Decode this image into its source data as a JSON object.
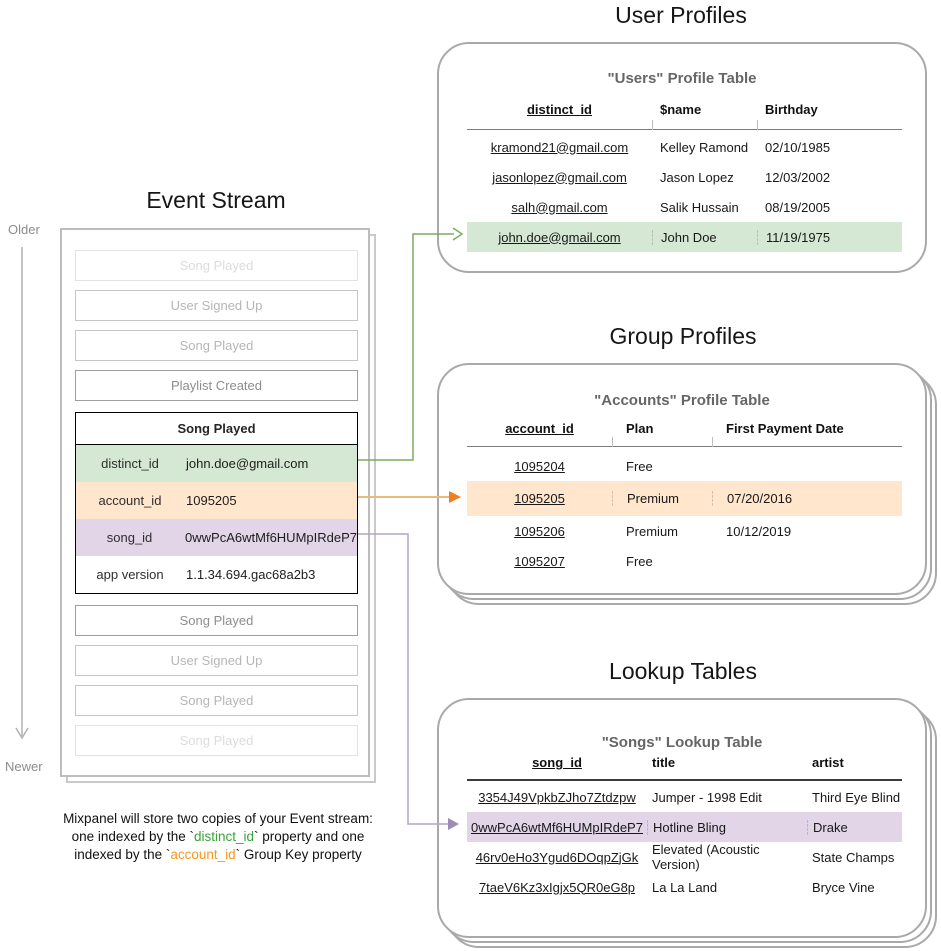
{
  "headings": {
    "event_stream": "Event Stream",
    "user_profiles": "User Profiles",
    "group_profiles": "Group Profiles",
    "lookup_tables": "Lookup Tables"
  },
  "timeline": {
    "older": "Older",
    "newer": "Newer"
  },
  "event_stream": {
    "events_before": [
      {
        "label": "Song Played",
        "fade": 1
      },
      {
        "label": "User Signed Up",
        "fade": 2
      },
      {
        "label": "Song Played",
        "fade": 2
      },
      {
        "label": "Playlist Created",
        "fade": 3
      }
    ],
    "expanded_event": {
      "title": "Song Played",
      "rows": [
        {
          "key": "distinct_id",
          "value": "john.doe@gmail.com",
          "color": "#d5e8d4",
          "links_to": "users_table"
        },
        {
          "key": "account_id",
          "value": "1095205",
          "color": "#ffe6cc",
          "links_to": "accounts_table"
        },
        {
          "key": "song_id",
          "value": "0wwPcA6wtMf6HUMpIRdeP7",
          "color": "#e1d5e7",
          "links_to": "songs_table"
        },
        {
          "key": "app version",
          "value": "1.1.34.694.gac68a2b3",
          "color": "#ffffff"
        }
      ]
    },
    "events_after": [
      {
        "label": "Song Played",
        "fade": 3
      },
      {
        "label": "User Signed Up",
        "fade": 2
      },
      {
        "label": "Song Played",
        "fade": 2
      },
      {
        "label": "Song Played",
        "fade": 1
      }
    ]
  },
  "tables": {
    "users": {
      "title": "\"Users\" Profile Table",
      "columns": [
        "distinct_id",
        "$name",
        "Birthday"
      ],
      "rows": [
        [
          "kramond21@gmail.com",
          "Kelley Ramond",
          "02/10/1985"
        ],
        [
          "jasonlopez@gmail.com",
          "Jason Lopez",
          "12/03/2002"
        ],
        [
          "salh@gmail.com",
          "Salik Hussain",
          "08/19/2005"
        ],
        [
          "john.doe@gmail.com",
          "John Doe",
          "11/19/1975"
        ]
      ],
      "highlight_index": 3,
      "highlight_color": "#d5e8d4"
    },
    "accounts": {
      "title": "\"Accounts\" Profile Table",
      "columns": [
        "account_id",
        "Plan",
        "First Payment Date"
      ],
      "rows": [
        [
          "1095204",
          "Free",
          ""
        ],
        [
          "1095205",
          "Premium",
          "07/20/2016"
        ],
        [
          "1095206",
          "Premium",
          "10/12/2019"
        ],
        [
          "1095207",
          "Free",
          ""
        ]
      ],
      "highlight_index": 1,
      "highlight_color": "#ffe6cc"
    },
    "songs": {
      "title": "\"Songs\" Lookup Table",
      "columns": [
        "song_id",
        "title",
        "artist"
      ],
      "rows": [
        [
          "3354J49VpkbZJho7Ztdzpw",
          "Jumper - 1998 Edit",
          "Third Eye Blind"
        ],
        [
          "0wwPcA6wtMf6HUMpIRdeP7",
          "Hotline Bling",
          "Drake"
        ],
        [
          "46rv0eHo3Ygud6DOqpZjGk",
          "Elevated (Acoustic Version)",
          "State Champs"
        ],
        [
          "7taeV6Kz3xIgjx5QR0eG8p",
          "La La Land",
          "Bryce Vine"
        ]
      ],
      "highlight_index": 1,
      "highlight_color": "#e1d5e7"
    }
  },
  "connections": [
    {
      "from": "distinct_id",
      "to": "users_table_highlight_row",
      "color_key": "arrow_green"
    },
    {
      "from": "account_id",
      "to": "accounts_table_highlight_row",
      "color_key": "arrow_orange"
    },
    {
      "from": "song_id",
      "to": "songs_table_highlight_row",
      "color_key": "arrow_purple"
    }
  ],
  "caption": {
    "lines": [
      [
        {
          "text": "Mixpanel will store two copies of your Event stream:"
        }
      ],
      [
        {
          "text": "one indexed by the `"
        },
        {
          "text": "distinct_id",
          "color": "caption_green"
        },
        {
          "text": "` property and one"
        }
      ],
      [
        {
          "text": "indexed by the `"
        },
        {
          "text": "account_id",
          "color": "caption_orange"
        },
        {
          "text": "` Group Key property"
        }
      ]
    ]
  },
  "colors": {
    "highlight_green": "#d5e8d4",
    "highlight_orange": "#ffe6cc",
    "highlight_purple": "#e1d5e7",
    "arrow_green": "#7cab63",
    "arrow_orange_line": "#e9ba7e",
    "arrow_orange_head": "#ef7d22",
    "arrow_purple_line": "#b3a6c4",
    "arrow_purple_head": "#9d8cb5",
    "timeline_gray": "#b3b3b3",
    "caption_green": "#3ba33b",
    "caption_orange": "#f8981d"
  }
}
